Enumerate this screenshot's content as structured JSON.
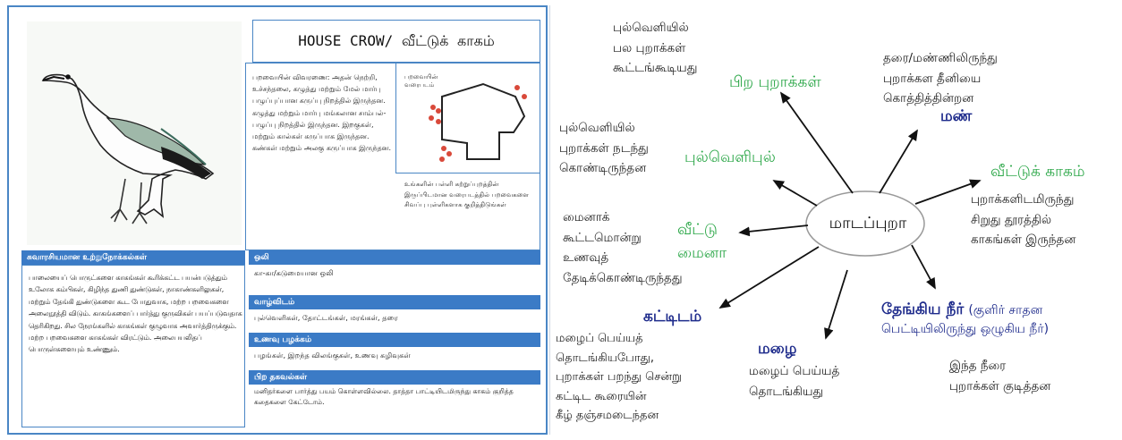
{
  "card": {
    "title": "HOUSE CROW/ வீட்டுக் காகம்",
    "description": "பறவையின் விவரணை: அதன் நெற்றி, உச்சந்தலை, கழுத்து மற்றும் மேல் மார்பு பழுப்புப்பான கருப்பு நிறத்தில் இருந்தன. கழுத்து மற்றும் மார்பு மங்கலான சாம்பல்-பழுப்பு நிறத்தில் இருந்தன. இறகுகள், மற்றும் கால்கள் கருப்பாக இருந்தன. கண்கள் மற்றும் அலகு கருப்பாக இருந்தன.",
    "map_label": "பறவையின் வரைபடம்",
    "map_note": "உங்களின் பள்ளி கற்றுப்புறத்தின் இருப்பிடமான வரைபடத்தில் பறவைகளை சிவப்பு புள்ளிகளாக குறித்திடுங்கள்",
    "sections": [
      {
        "header": "சுவாரசியமான உற்றுநோக்கல்கள்"
      },
      {
        "header": "ஒலி",
        "text": "கா-கா/கடுமையான ஒலி"
      },
      {
        "header": "வாழ்விடம்",
        "text": "புல்வெளிகள், தோட்டங்கள், மரங்கள், தரை"
      },
      {
        "header": "உணவு பழக்கம்",
        "text": "பழங்கள், இறந்த விலங்குகள், உணவு கழிவுகள்"
      },
      {
        "header": "பிற தகவல்கள்",
        "text": "மனிதர்களை பார்த்து பயம் கொள்ளவில்லை. தாத்தா பாட்டியிடமிருந்து காகம் குறித்த கதைகளை கேட்டோம்."
      }
    ],
    "observations": "பாலையைப் பொருட்களை காகங்கள் கூரிக்கட்ட பயன்படுத்தும் உலோக கம்பிகள், கிழிந்த துணி துண்டுகள், நாகாண்களிலுகள், மற்றும் தேங்கி துண்டுகளை கூட போதுவாக, மற்ற பறவைகளை அலைநூத்தி விடும். காகங்களைப் பார்த்து குருவிகள் பயப்படுவதாக தெரிகிறது. சில நேரங்களில் காகங்கள் குழுவாக அவார்த்திருக்கும். மற்ற பறவைகளை காகங்கள் விரட்டும். அலைபயலிதப் பொருள்களையும் உண்ணும்."
  },
  "mindmap": {
    "center": "மாடப்புறா",
    "branches": [
      {
        "heading": "பிற புறாக்கள்",
        "lines": [
          "புல்வெளியில்",
          "பல புறாக்கள்",
          "கூட்டங்கூடியது"
        ]
      },
      {
        "heading": "மண்",
        "lines": [
          "தரை/மண்ணிலிருந்து",
          "புறாக்கள தீனியை",
          "கொத்தித்தின்றன"
        ]
      },
      {
        "heading": "புல்வெளிபுல்",
        "lines": [
          "புல்வெளியில்",
          "புறாக்கள் நடந்து",
          "கொண்டிருந்தன"
        ]
      },
      {
        "heading": "வீட்டுக் காகம்",
        "lines": [
          "புறாக்களிடமிருந்து",
          "சிறுது தூரத்தில்",
          "காகங்கள் இருந்தன"
        ]
      },
      {
        "heading": "வீட்டு மைனா",
        "heading_lines": [
          "வீட்டு",
          "மைனா"
        ],
        "lines": [
          "மைனாக்",
          "கூட்டமொன்று",
          "உணவுத்",
          "தேடிக்கொண்டிருந்தது"
        ]
      },
      {
        "heading": "கட்டிடம்",
        "lines": [
          "மழைப் பெய்யத்",
          "தொடங்கியபோது,",
          "புறாக்கள் பறந்து சென்று",
          "கட்டிட கூரையின்",
          "கீழ் தஞ்சமடைந்தன"
        ]
      },
      {
        "heading": "மழை",
        "lines": [
          "மழைப் பெய்யத்",
          "தொடங்கியது"
        ]
      },
      {
        "heading": "தேங்கிய நீர்",
        "heading_note": "(குளிர் சாதன",
        "heading_note2": "பெட்டியிலிருந்து ஒழுகிய நீர்)",
        "lines": [
          "இந்த நீரை",
          "புறாக்கள் குடித்தன"
        ]
      }
    ]
  },
  "colors": {
    "accent_blue": "#3b7bc6",
    "green": "#2ea84a",
    "navy": "#1f2c8c",
    "dot_red": "#d9493a"
  }
}
